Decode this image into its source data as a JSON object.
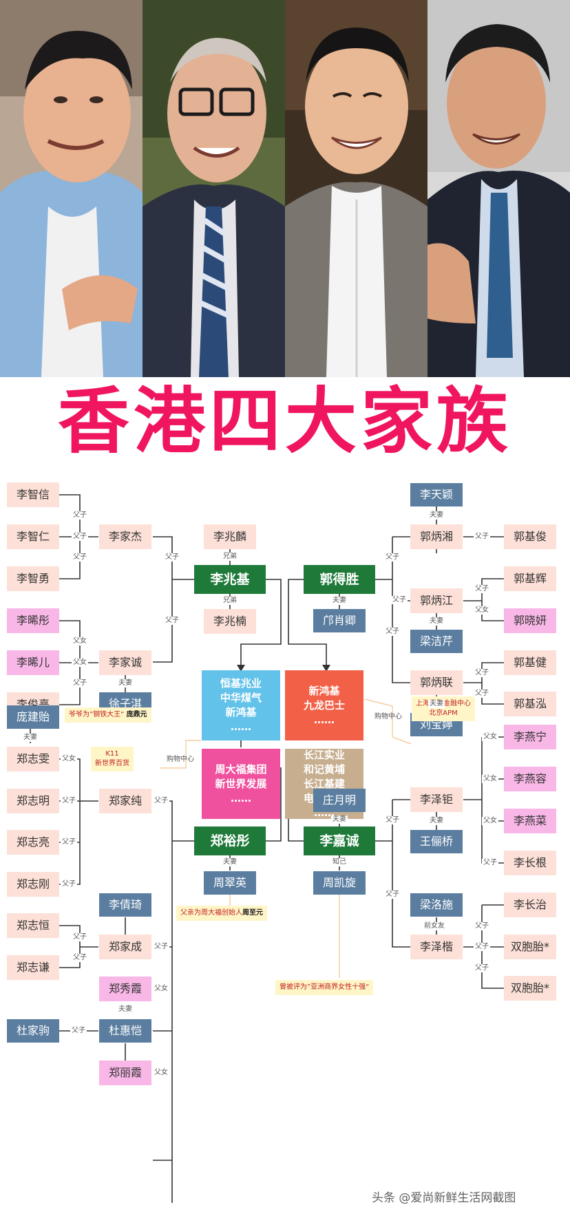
{
  "title": "香港四大家族",
  "colors": {
    "title": "#f0155f",
    "leader": "#1f7a3a",
    "spouse": "#5b7ea0",
    "son": "#fde0d8",
    "daughter": "#f8b7e6"
  },
  "people": {
    "li_zhixin": "李智信",
    "li_zhiren": "李智仁",
    "li_zhiyong": "李智勇",
    "li_jiajie": "李家杰",
    "li_xitong": "李晞彤",
    "li_xier": "李晞儿",
    "li_junxi": "李俊熹",
    "li_jiacheng": "李家诚",
    "xu_ziqi": "徐子淇",
    "li_zhaolin": "李兆麟",
    "li_zhaoji": "李兆基",
    "li_zhaonan": "李兆楠",
    "guo_desheng": "郭得胜",
    "kuang_xiaoqing": "邝肖卿",
    "li_tianying": "李天颖",
    "guo_bingxiang": "郭炳湘",
    "guo_jijun": "郭基俊",
    "guo_bingjiang": "郭炳江",
    "guo_jihui": "郭基辉",
    "guo_xiaoyan": "郭晓妍",
    "liang_jieqian": "梁洁芹",
    "guo_binglian": "郭炳联",
    "guo_jijian": "郭基健",
    "guo_jihong": "郭基泓",
    "liu_baoning": "刘宝嬣",
    "pang_jianyi": "庞建贻",
    "zheng_zhiwen": "郑志雯",
    "zheng_zhiming": "郑志明",
    "zheng_zhiliang": "郑志亮",
    "zheng_zhigang": "郑志刚",
    "zheng_jiachun": "郑家纯",
    "zheng_zhiheng": "郑志恒",
    "zheng_zhiqian": "郑志谦",
    "li_qianqi": "李倩琦",
    "zheng_jiacheng": "郑家成",
    "zheng_xiuxia": "郑秀霞",
    "du_jiaju": "杜家驹",
    "du_huikai": "杜惠恺",
    "zheng_lixia": "郑丽霞",
    "zheng_yutong": "郑裕彤",
    "zhou_cuiying": "周翠英",
    "zhuang_yueming": "庄月明",
    "li_jiacheng2": "李嘉诚",
    "zhou_kaixuan": "周凯旋",
    "li_zeju": "李泽钜",
    "wang_lijiao": "王俪桥",
    "liang_luoshi": "梁洛施",
    "li_zekai": "李泽楷",
    "li_yanning": "李燕宁",
    "li_yanrong": "李燕容",
    "li_yancai": "李燕菜",
    "li_changgen": "李长根",
    "li_changzhi": "李长治",
    "twin1": "双胞胎*",
    "twin2": "双胞胎*"
  },
  "relations": {
    "father_son": "父子",
    "father_daughter": "父女",
    "spouse": "夫妻",
    "brothers": "兄弟",
    "confidant": "知己",
    "ex_girlfriend": "前女友"
  },
  "companies": {
    "henderson": [
      "恒基兆业",
      "中华煤气",
      "新鸿基",
      "……"
    ],
    "shk": [
      "新鸿基",
      "九龙巴士",
      "……"
    ],
    "ctf": [
      "周大福集团",
      "新世界发展",
      "……"
    ],
    "ckh": [
      "长江实业",
      "和记黄埔",
      "长江基建",
      "电能实业",
      "……"
    ]
  },
  "notes": {
    "pang": [
      "爷爷为”钢铁大王“",
      "庞鼎元"
    ],
    "k11": [
      "K11",
      "新世界百货"
    ],
    "zhou": [
      "父亲为周大福创始人",
      "周至元"
    ],
    "zhoukx": [
      "曾被评为”亚洲商界女性十强“"
    ],
    "shk_mall": "购物中心",
    "shk_place": [
      "上海国际金融中心",
      "北京APM"
    ],
    "nwd_mall": "购物中心"
  },
  "footer": "头条 @爱尚新鲜生活网截图"
}
